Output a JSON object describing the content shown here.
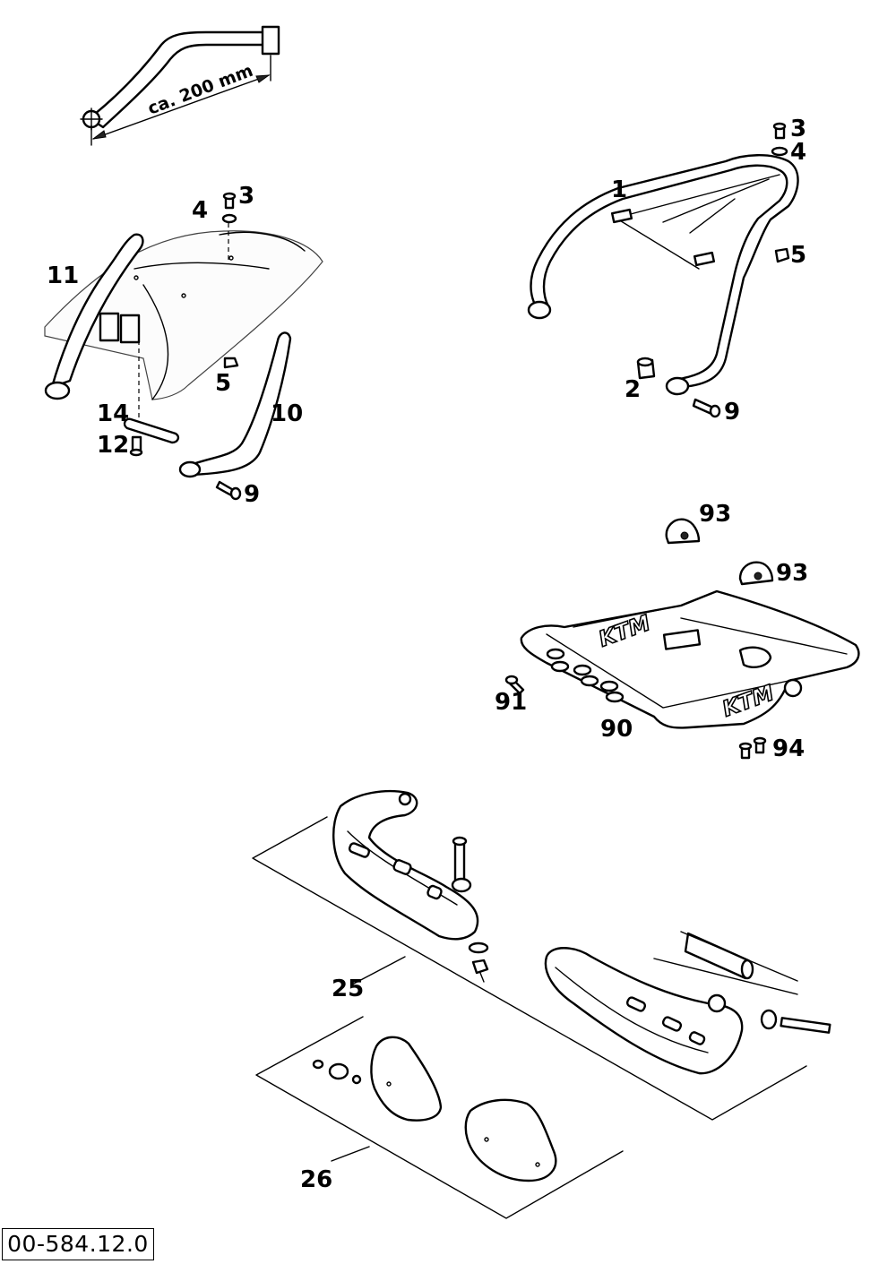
{
  "dimension_label": "ca. 200 mm",
  "document_ref": "00-584.12.0",
  "callouts": {
    "c1": "1",
    "c2": "2",
    "c3a": "3",
    "c3b": "3",
    "c4a": "4",
    "c4b": "4",
    "c5a": "5",
    "c5b": "5",
    "c9a": "9",
    "c9b": "9",
    "c10": "10",
    "c11": "11",
    "c12": "12",
    "c14": "14",
    "c25": "25",
    "c26": "26",
    "c90": "90",
    "c91": "91",
    "c93a": "93",
    "c93b": "93",
    "c94": "94"
  },
  "logos": {
    "skid_side": "KTM",
    "skid_top": "KTM"
  }
}
